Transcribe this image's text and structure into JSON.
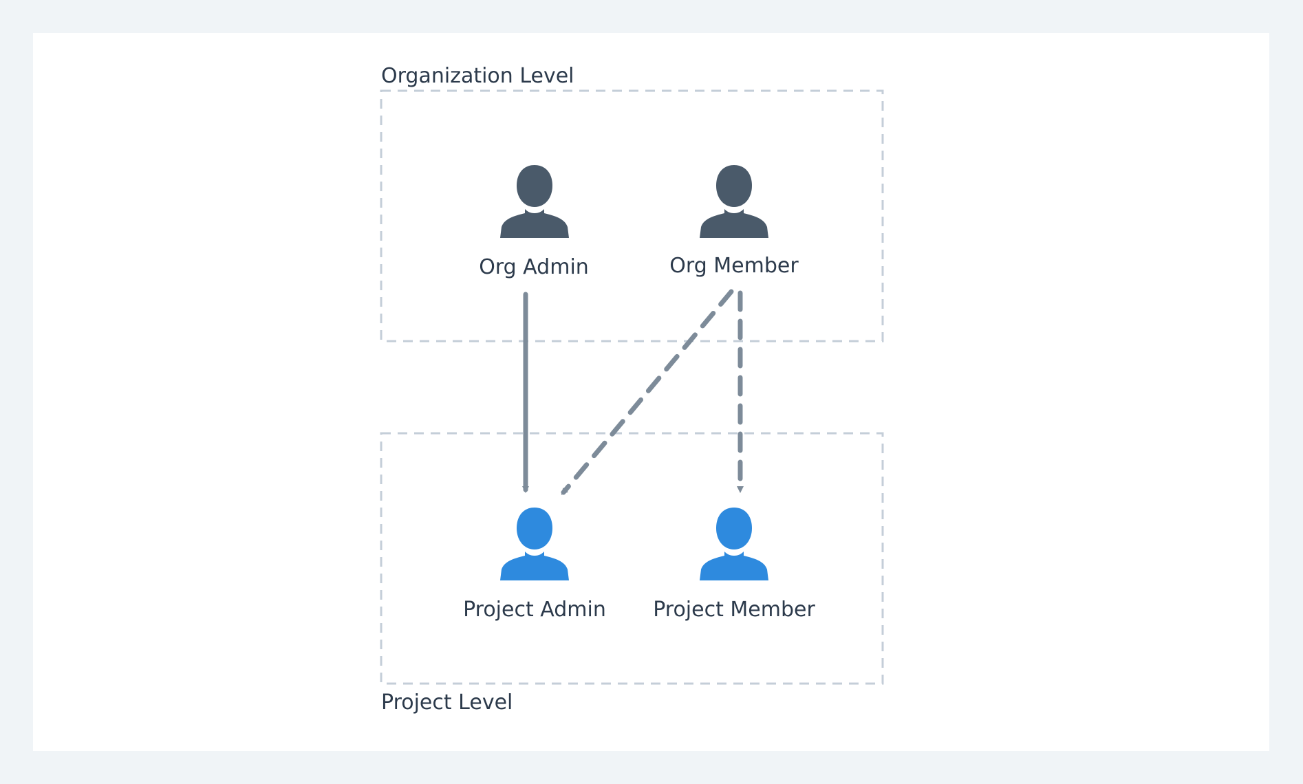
{
  "diagram": {
    "org_level": {
      "title": "Organization Level",
      "roles": [
        {
          "label": "Org Admin",
          "icon": "user-icon"
        },
        {
          "label": "Org Member",
          "icon": "user-icon"
        }
      ]
    },
    "project_level": {
      "title": "Project Level",
      "roles": [
        {
          "label": "Project Admin",
          "icon": "user-icon"
        },
        {
          "label": "Project Member",
          "icon": "user-icon"
        }
      ]
    },
    "edges": [
      {
        "from": "Org Admin",
        "to": "Project Admin",
        "style": "solid"
      },
      {
        "from": "Org Member",
        "to": "Project Admin",
        "style": "dashed"
      },
      {
        "from": "Org Member",
        "to": "Project Member",
        "style": "dashed"
      }
    ],
    "colors": {
      "background": "#f0f4f7",
      "panel": "#ffffff",
      "org_user": "#4a5a6a",
      "project_user": "#2e8ade",
      "arrow": "#7d8b99",
      "boundary": "#c4ced8",
      "text": "#2c3a4b"
    }
  }
}
